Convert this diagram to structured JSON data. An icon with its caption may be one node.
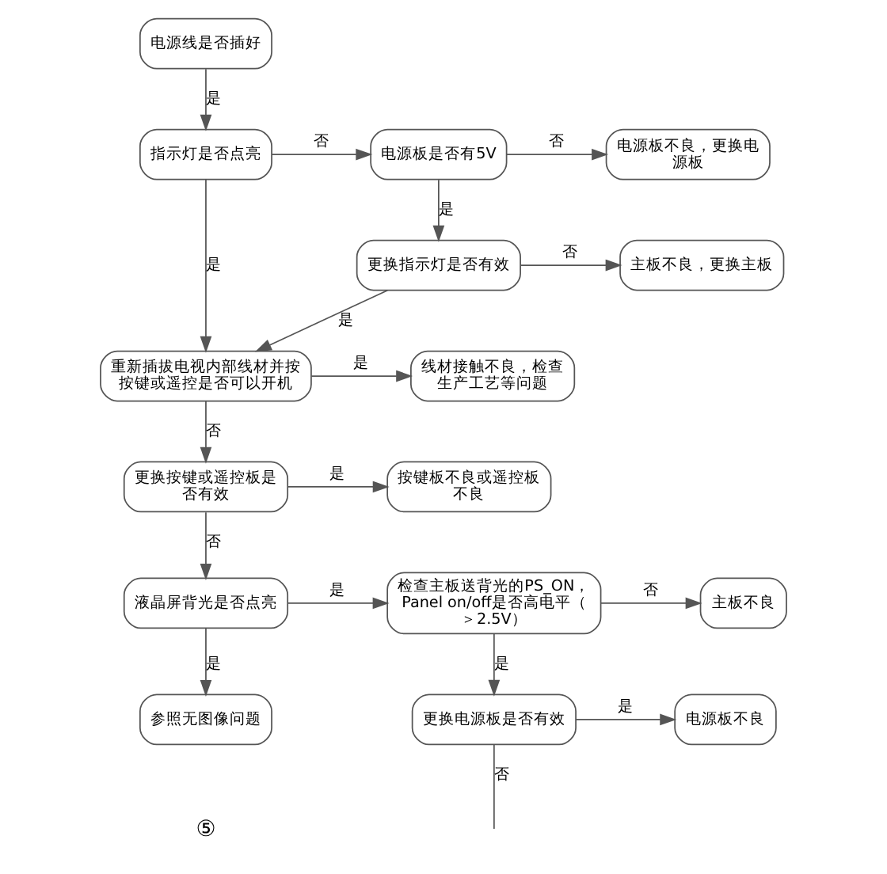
{
  "diagram": {
    "nodes": [
      {
        "text": [
          "电源线是否插好"
        ]
      },
      {
        "text": [
          "指示灯是否点亮"
        ]
      },
      {
        "text": [
          "电源板是否有5V"
        ]
      },
      {
        "text": [
          "电源板不良，更换电源板"
        ]
      },
      {
        "text": [
          "更换指示灯是否有效"
        ]
      },
      {
        "text": [
          "主板不良，更换主板"
        ]
      },
      {
        "text": [
          "重新插拔电视内部线材并按按键或遥控是否可以开机"
        ]
      },
      {
        "text": [
          "线材接触不良，检查生产工艺等问题"
        ]
      },
      {
        "text": [
          "更换按键或遥控板是否有效"
        ]
      },
      {
        "text": [
          "按键板不良或遥控板不良"
        ]
      },
      {
        "text": [
          "液晶屏背光是否点亮"
        ]
      },
      {
        "text": [
          "检查主板送背光的PS_ON，Panel on/off是否高电平（＞2.5V）"
        ]
      },
      {
        "text": [
          "主板不良"
        ]
      },
      {
        "text": [
          "参照无图像问题"
        ]
      },
      {
        "text": [
          "更换电源板是否有效"
        ]
      },
      {
        "text": [
          "电源板不良"
        ]
      }
    ],
    "edges": [
      {
        "from": 0,
        "to": 1,
        "arrow": "to",
        "label": "是"
      },
      {
        "from": 1,
        "to": 2,
        "arrow": "to",
        "label": "否"
      },
      {
        "from": 1,
        "to": 6,
        "arrow": "to",
        "label": "是"
      },
      {
        "from": 2,
        "to": 3,
        "arrow": "to",
        "label": "否"
      },
      {
        "from": 2,
        "to": 4,
        "arrow": "to",
        "label": "是"
      },
      {
        "from": 4,
        "to": 5,
        "arrow": "to",
        "label": "否"
      },
      {
        "from": 4,
        "to": 6,
        "arrow": "to",
        "label": "是"
      },
      {
        "from": 6,
        "to": 7,
        "arrow": "to",
        "label": "是"
      },
      {
        "from": 6,
        "to": 8,
        "arrow": "to",
        "label": "否"
      },
      {
        "from": 8,
        "to": 9,
        "arrow": "to",
        "label": "是"
      },
      {
        "from": 8,
        "to": 10,
        "arrow": "to",
        "label": "否"
      },
      {
        "from": 10,
        "to": 11,
        "arrow": "to",
        "label": "是"
      },
      {
        "from": 10,
        "to": 13,
        "arrow": "to",
        "label": "是"
      },
      {
        "from": 11,
        "to": 12,
        "arrow": "to",
        "label": "否"
      },
      {
        "from": 11,
        "to": 14,
        "arrow": "to",
        "label": "是"
      },
      {
        "from": 14,
        "to": 15,
        "arrow": "to",
        "label": "是"
      },
      {
        "from": 14,
        "to": null,
        "arrow": "none",
        "label": "否"
      }
    ],
    "labels": [
      "⑤"
    ]
  }
}
